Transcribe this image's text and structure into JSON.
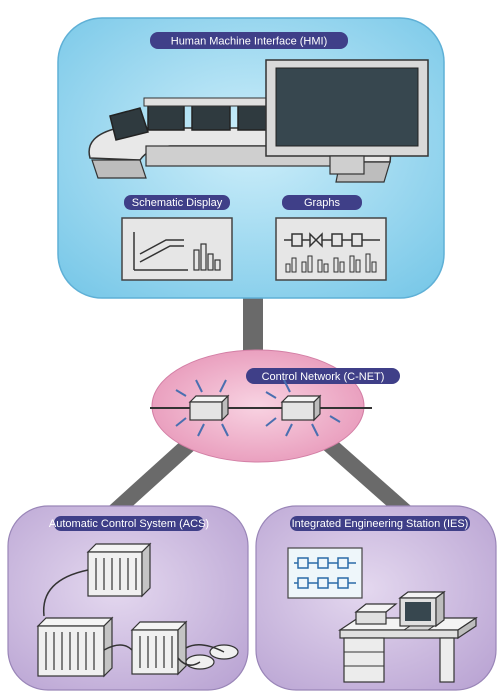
{
  "hmi": {
    "title": "Human Machine Interface (HMI)",
    "schematic_label": "Schematic Display",
    "graphs_label": "Graphs"
  },
  "network": {
    "title": "Control Network (C-NET)"
  },
  "acs": {
    "title": "Automatic Control System (ACS)"
  },
  "ies": {
    "title": "Integrated Engineering Station (IES)"
  },
  "colors": {
    "hmi_panel": "#8fd4ee",
    "network_ellipse": "#f2b3cc",
    "lower_panels": "#c8b6dc",
    "label_bg": "#3f3f88",
    "connector": "#6a6a6a"
  }
}
